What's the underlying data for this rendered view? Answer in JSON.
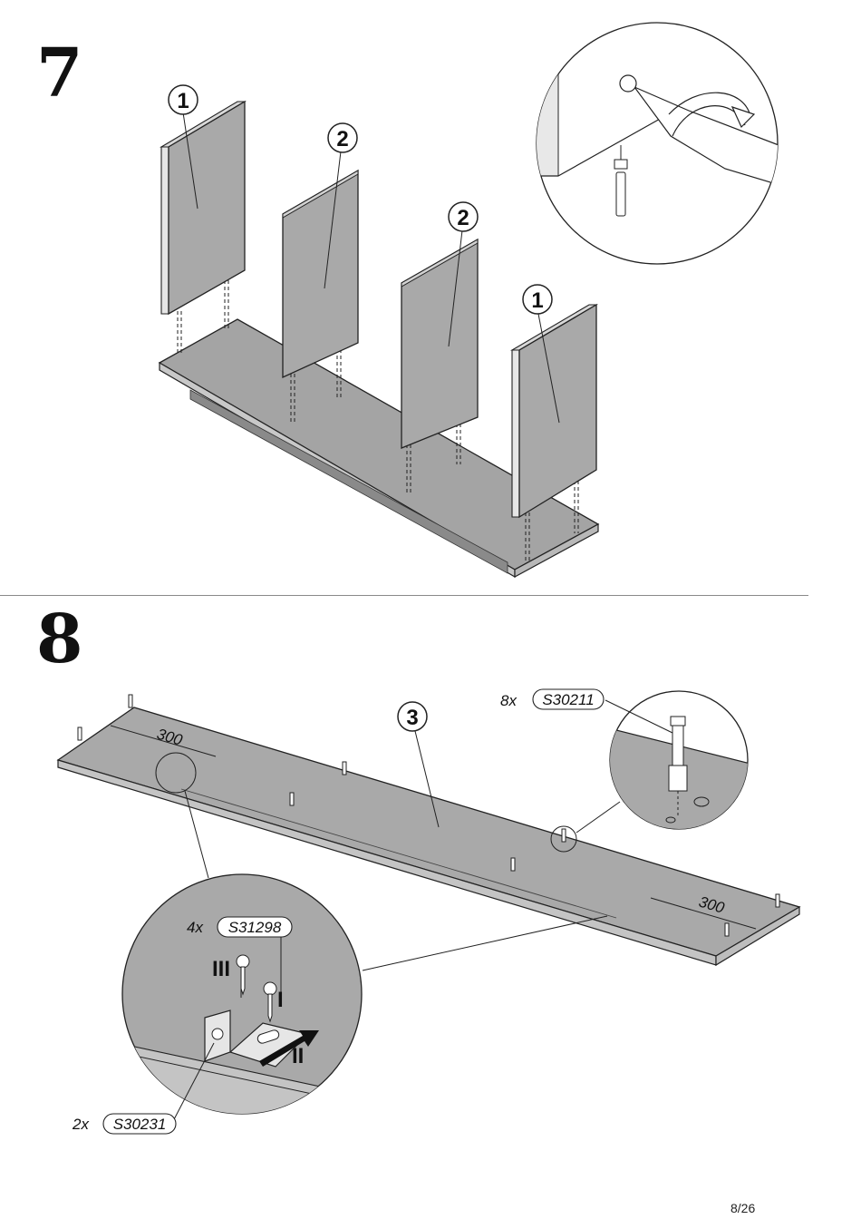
{
  "step7": {
    "number": "7",
    "callouts": [
      "1",
      "2",
      "2",
      "1"
    ]
  },
  "step8": {
    "number": "8",
    "panel_callout": "3",
    "dimension_left": "300",
    "dimension_right": "300",
    "dowel": {
      "qty": "8x",
      "code": "S30211"
    },
    "screw": {
      "qty": "4x",
      "code": "S31298"
    },
    "bracket": {
      "qty": "2x",
      "code": "S30231"
    },
    "roman_steps": [
      "III",
      "I",
      "II"
    ]
  },
  "page": {
    "number": "8/26"
  }
}
